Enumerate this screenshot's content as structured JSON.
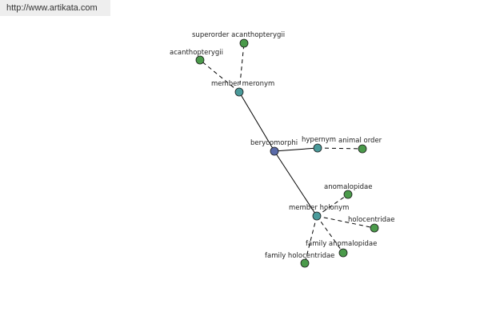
{
  "banner": {
    "url": "http://www.artikata.com"
  },
  "graph": {
    "colors": {
      "center": "#5a6aa8",
      "relation": "#4a9a9a",
      "leaf": "#4a9a4a",
      "edge": "#000000"
    },
    "nodes": [
      {
        "id": "berycomorphi",
        "label": "berycomorphi",
        "kind": "center"
      },
      {
        "id": "member-meronym",
        "label": "member meronym",
        "kind": "relation"
      },
      {
        "id": "hypernym",
        "label": "hypernym",
        "kind": "relation"
      },
      {
        "id": "member-holonym",
        "label": "member holonym",
        "kind": "relation"
      },
      {
        "id": "superorder-acanthopterygii",
        "label": "superorder acanthopterygii",
        "kind": "leaf"
      },
      {
        "id": "acanthopterygii",
        "label": "acanthopterygii",
        "kind": "leaf"
      },
      {
        "id": "animal-order",
        "label": "animal order",
        "kind": "leaf"
      },
      {
        "id": "anomalopidae",
        "label": "anomalopidae",
        "kind": "leaf"
      },
      {
        "id": "holocentridae",
        "label": "holocentridae",
        "kind": "leaf"
      },
      {
        "id": "family-anomalopidae",
        "label": "family anomalopidae",
        "kind": "leaf"
      },
      {
        "id": "family-holocentridae",
        "label": "family holocentridae",
        "kind": "leaf"
      }
    ],
    "edges": [
      {
        "from": "berycomorphi",
        "to": "member-meronym",
        "style": "solid"
      },
      {
        "from": "berycomorphi",
        "to": "hypernym",
        "style": "solid"
      },
      {
        "from": "berycomorphi",
        "to": "member-holonym",
        "style": "solid"
      },
      {
        "from": "member-meronym",
        "to": "superorder-acanthopterygii",
        "style": "dashed"
      },
      {
        "from": "member-meronym",
        "to": "acanthopterygii",
        "style": "dashed"
      },
      {
        "from": "hypernym",
        "to": "animal-order",
        "style": "dashed"
      },
      {
        "from": "member-holonym",
        "to": "anomalopidae",
        "style": "dashed"
      },
      {
        "from": "member-holonym",
        "to": "holocentridae",
        "style": "dashed"
      },
      {
        "from": "member-holonym",
        "to": "family-anomalopidae",
        "style": "dashed"
      },
      {
        "from": "member-holonym",
        "to": "family-holocentridae",
        "style": "dashed"
      }
    ]
  }
}
